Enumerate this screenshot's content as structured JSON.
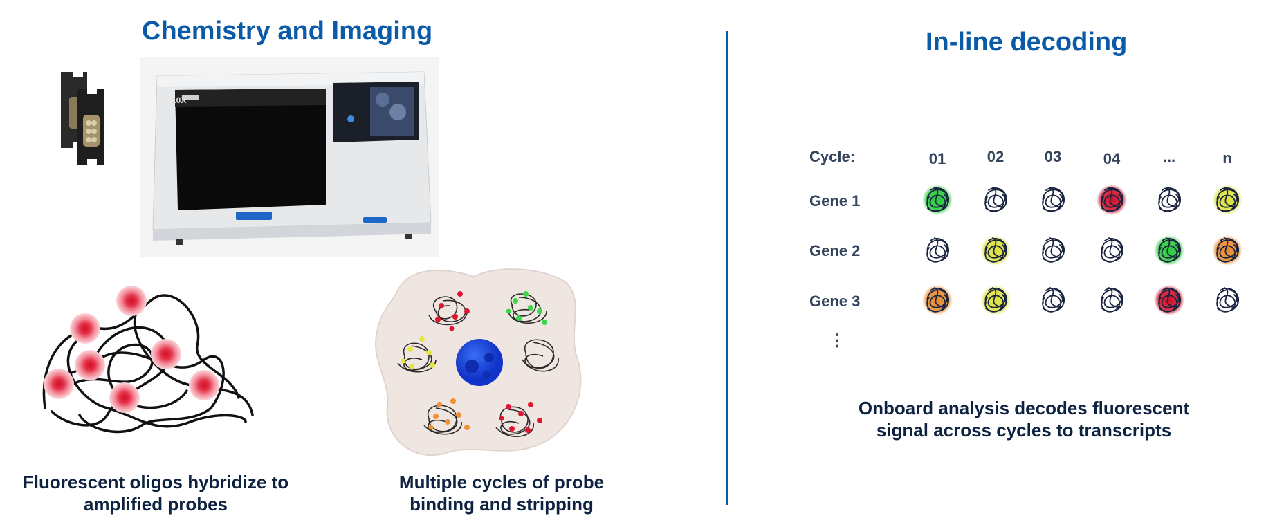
{
  "left_panel": {
    "title": "Chemistry and Imaging",
    "instrument_brand": "10X",
    "caption_oligos": "Fluorescent oligos hybridize to amplified probes",
    "caption_cycles": "Multiple cycles of probe binding and stripping"
  },
  "right_panel": {
    "title": "In-line decoding",
    "cycle_label": "Cycle:",
    "cycles": [
      "01",
      "02",
      "03",
      "04",
      "...",
      "n"
    ],
    "genes": [
      {
        "label": "Gene 1",
        "signals": [
          "green",
          "none",
          "none",
          "red",
          "none",
          "yellow"
        ]
      },
      {
        "label": "Gene 2",
        "signals": [
          "none",
          "yellow",
          "none",
          "none",
          "green",
          "orange"
        ]
      },
      {
        "label": "Gene 3",
        "signals": [
          "orange",
          "yellow",
          "none",
          "none",
          "red",
          "none"
        ]
      }
    ],
    "more_rows": "⋮",
    "caption": "Onboard analysis decodes fluorescent signal across cycles to transcripts"
  },
  "colors": {
    "title_blue": "#0b5aa8",
    "navy_text": "#0d2240",
    "green": "#27c93a",
    "red": "#d0102a",
    "yellow": "#dde23a",
    "orange": "#e8892c",
    "nucleus": "#1a4fe0"
  }
}
